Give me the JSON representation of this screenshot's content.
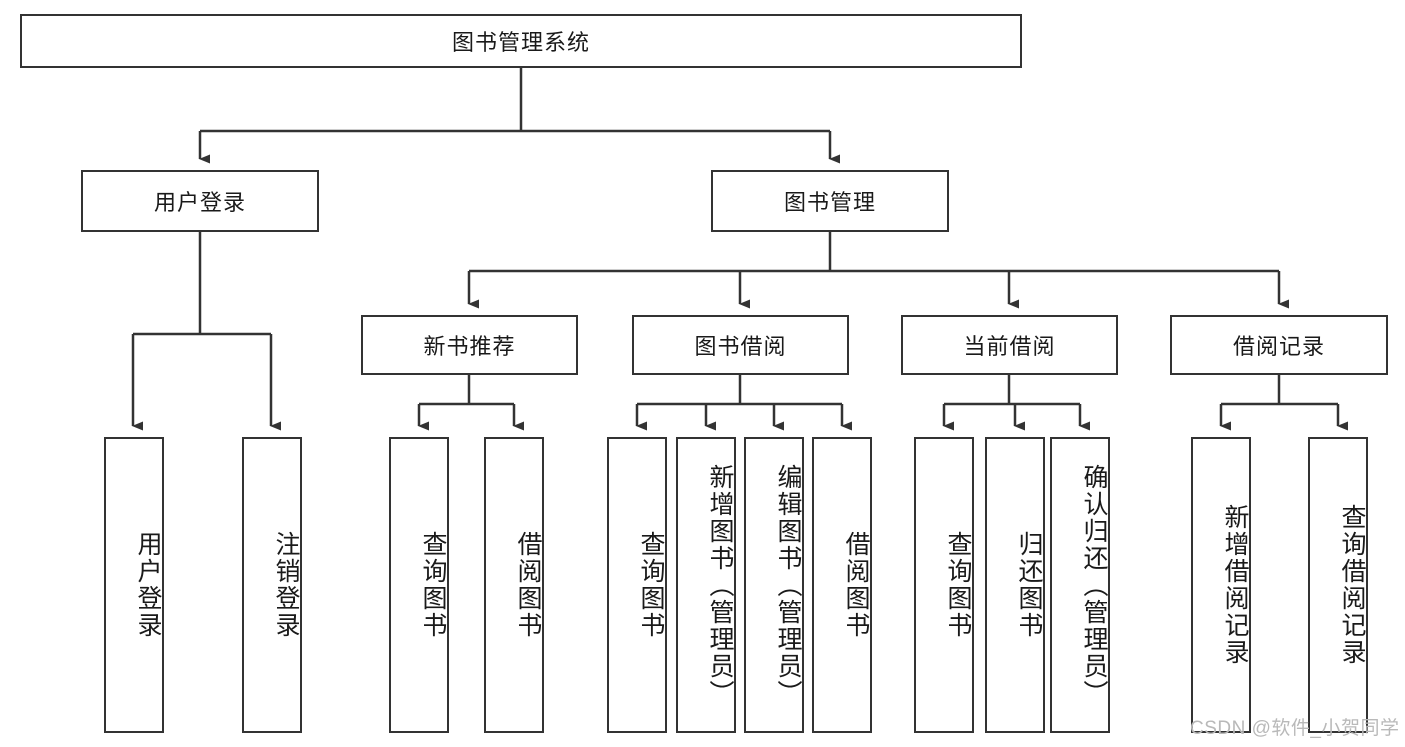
{
  "diagram": {
    "title": "图书管理系统",
    "type": "tree-hierarchy-chart",
    "watermark": "CSDN @软件_小贺同学",
    "colors": {
      "box_border": "#333333",
      "box_fill": "#ffffff",
      "connector": "#333333",
      "text": "#1a1a1a",
      "watermark": "#b9b9b9",
      "page_background": "#ffffff"
    },
    "nodes": {
      "root": {
        "label": "图书管理系统",
        "level": 1,
        "orientation": "horizontal"
      },
      "user_login": {
        "label": "用户登录",
        "level": 2,
        "orientation": "horizontal"
      },
      "book_manage": {
        "label": "图书管理",
        "level": 2,
        "orientation": "horizontal"
      },
      "new_book_rec": {
        "label": "新书推荐",
        "level": 3,
        "orientation": "horizontal"
      },
      "book_borrow": {
        "label": "图书借阅",
        "level": 3,
        "orientation": "horizontal"
      },
      "current_borrow": {
        "label": "当前借阅",
        "level": 3,
        "orientation": "horizontal"
      },
      "borrow_record": {
        "label": "借阅记录",
        "level": 3,
        "orientation": "horizontal"
      },
      "leaf_user_login": {
        "label": "用户登录",
        "level": 4,
        "orientation": "vertical"
      },
      "leaf_logout": {
        "label": "注销登录",
        "level": 4,
        "orientation": "vertical"
      },
      "leaf_query_book_1": {
        "label": "查询图书",
        "level": 4,
        "orientation": "vertical"
      },
      "leaf_borrow_book_1": {
        "label": "借阅图书",
        "level": 4,
        "orientation": "vertical"
      },
      "leaf_query_book_2": {
        "label": "查询图书",
        "level": 4,
        "orientation": "vertical"
      },
      "leaf_add_book": {
        "label": "新增图书（管理员）",
        "level": 4,
        "orientation": "vertical"
      },
      "leaf_edit_book": {
        "label": "编辑图书（管理员）",
        "level": 4,
        "orientation": "vertical"
      },
      "leaf_borrow_book_2": {
        "label": "借阅图书",
        "level": 4,
        "orientation": "vertical"
      },
      "leaf_query_book_3": {
        "label": "查询图书",
        "level": 4,
        "orientation": "vertical"
      },
      "leaf_return_book": {
        "label": "归还图书",
        "level": 4,
        "orientation": "vertical"
      },
      "leaf_confirm_return": {
        "label": "确认归还（管理员）",
        "level": 4,
        "orientation": "vertical"
      },
      "leaf_add_record": {
        "label": "新增借阅记录",
        "level": 4,
        "orientation": "vertical"
      },
      "leaf_query_record": {
        "label": "查询借阅记录",
        "level": 4,
        "orientation": "vertical"
      }
    },
    "edges": [
      {
        "from": "root",
        "to": "user_login"
      },
      {
        "from": "root",
        "to": "book_manage"
      },
      {
        "from": "user_login",
        "to": "leaf_user_login"
      },
      {
        "from": "user_login",
        "to": "leaf_logout"
      },
      {
        "from": "book_manage",
        "to": "new_book_rec"
      },
      {
        "from": "book_manage",
        "to": "book_borrow"
      },
      {
        "from": "book_manage",
        "to": "current_borrow"
      },
      {
        "from": "book_manage",
        "to": "borrow_record"
      },
      {
        "from": "new_book_rec",
        "to": "leaf_query_book_1"
      },
      {
        "from": "new_book_rec",
        "to": "leaf_borrow_book_1"
      },
      {
        "from": "book_borrow",
        "to": "leaf_query_book_2"
      },
      {
        "from": "book_borrow",
        "to": "leaf_add_book"
      },
      {
        "from": "book_borrow",
        "to": "leaf_edit_book"
      },
      {
        "from": "book_borrow",
        "to": "leaf_borrow_book_2"
      },
      {
        "from": "current_borrow",
        "to": "leaf_query_book_3"
      },
      {
        "from": "current_borrow",
        "to": "leaf_return_book"
      },
      {
        "from": "current_borrow",
        "to": "leaf_confirm_return"
      },
      {
        "from": "borrow_record",
        "to": "leaf_add_record"
      },
      {
        "from": "borrow_record",
        "to": "leaf_query_record"
      }
    ]
  }
}
